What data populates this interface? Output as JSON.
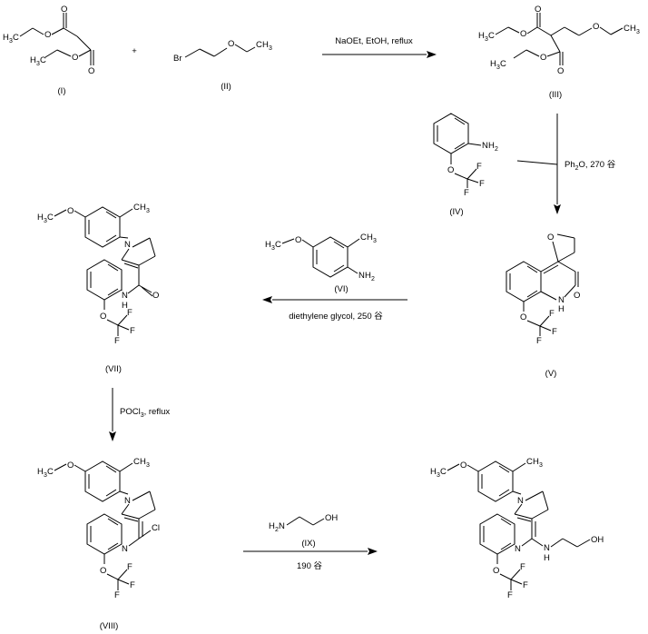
{
  "compounds": {
    "I": {
      "label": "(I)"
    },
    "II": {
      "label": "(II)"
    },
    "III": {
      "label": "(III)"
    },
    "IV": {
      "label": "(IV)"
    },
    "V": {
      "label": "(V)"
    },
    "VI": {
      "label": "(VI)"
    },
    "VII": {
      "label": "(VII)"
    },
    "VIII": {
      "label": "(VIII)"
    },
    "IX": {
      "label": "(IX)"
    }
  },
  "operators": {
    "plus": "+"
  },
  "conditions": {
    "step1": "NaOEt, EtOH, reflux",
    "step2_main": "Ph",
    "step2_sub": "2",
    "step2_rest": "O, 270 谷",
    "step3": "diethylene glycol, 250 谷",
    "step4_main": "POCl",
    "step4_sub": "3",
    "step4_rest": ", reflux",
    "step5": "190 谷"
  },
  "atoms": {
    "H": "H",
    "C": "C",
    "three": "3",
    "two": "2",
    "O": "O",
    "Br": "Br",
    "N": "N",
    "F": "F",
    "Cl": "Cl",
    "OH": "OH"
  }
}
